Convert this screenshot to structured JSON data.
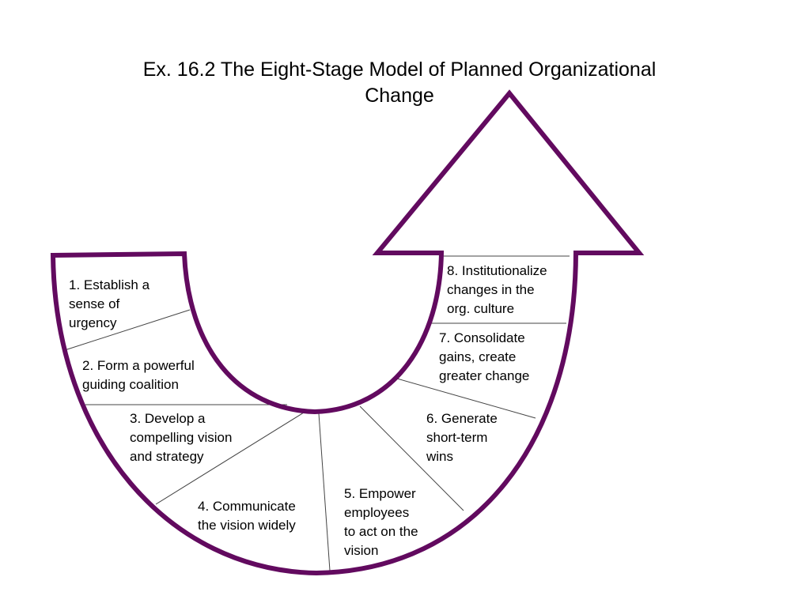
{
  "title": {
    "line1": "Ex. 16.2 The Eight-Stage Model of Planned Organizational",
    "line2": "Change"
  },
  "colors": {
    "outline": "#620a5f",
    "divider": "#444444",
    "text": "#000000"
  },
  "stages": [
    {
      "number": 1,
      "lines": [
        "1. Establish a",
        "sense of",
        "urgency"
      ]
    },
    {
      "number": 2,
      "lines": [
        "2. Form a powerful",
        "guiding coalition"
      ]
    },
    {
      "number": 3,
      "lines": [
        "3. Develop a",
        "compelling vision",
        "and strategy"
      ]
    },
    {
      "number": 4,
      "lines": [
        "4. Communicate",
        "the vision widely"
      ]
    },
    {
      "number": 5,
      "lines": [
        "5. Empower",
        "employees",
        "to act on the",
        "vision"
      ]
    },
    {
      "number": 6,
      "lines": [
        "6. Generate",
        "short-term",
        "wins"
      ]
    },
    {
      "number": 7,
      "lines": [
        "7. Consolidate",
        "gains, create",
        "greater change"
      ]
    },
    {
      "number": 8,
      "lines": [
        "8. Institutionalize",
        "changes in the",
        "org. culture"
      ]
    }
  ]
}
